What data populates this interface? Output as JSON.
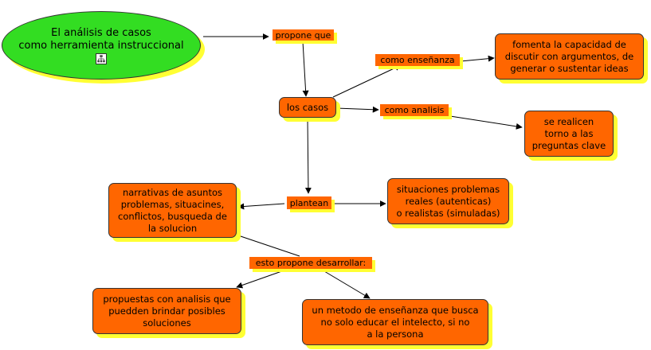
{
  "concept_map": {
    "root": {
      "text": "El análisis de casos\ncomo herramienta instruccional",
      "icon": "concept-map-icon",
      "color": "#33dd22"
    },
    "concepts": {
      "los_casos": "los casos",
      "fomenta": "fomenta la capacidad de\ndiscutir con argumentos, de\ngenerar o sustentar ideas",
      "se_realicen": "se realicen\ntorno a las\npreguntas clave",
      "narrativas": "narrativas de asuntos\nproblemas, situacines,\nconflictos, busqueda de\nla solucion",
      "situaciones": "situaciones problemas\nreales (autenticas)\no realistas (simuladas)",
      "propuestas": "propuestas con analisis que\npuedden brindar posibles\nsoluciones",
      "metodo": "un metodo de enseñanza que busca\nno solo educar el intelecto, si no\na la persona"
    },
    "linking_phrases": {
      "propone_que": "propone que",
      "como_ensenanza": "como enseñanza",
      "como_analisis": "como analisis",
      "plantean": "plantean",
      "esto_propone": "esto propone desarrollar:"
    },
    "colors": {
      "concept_fill": "#ff6600",
      "shadow": "#ffff33",
      "line": "#000000"
    }
  }
}
